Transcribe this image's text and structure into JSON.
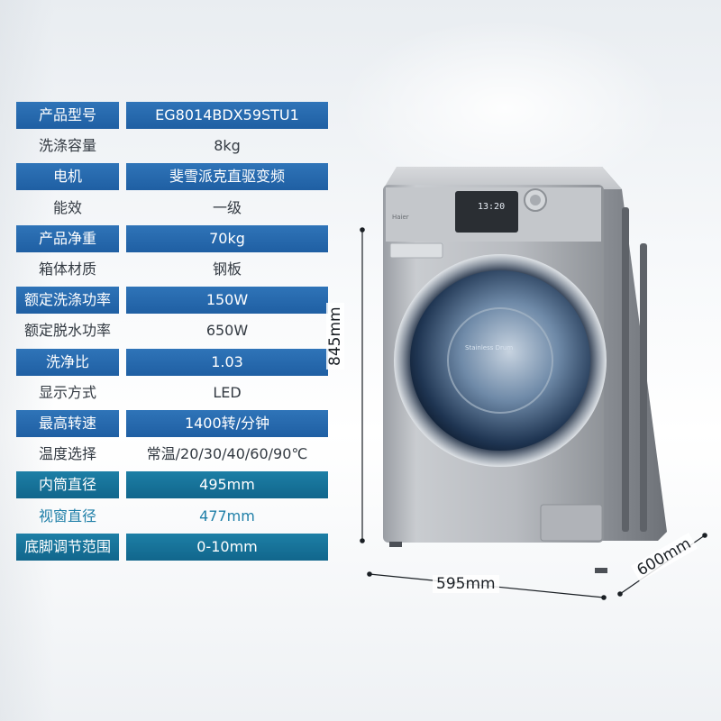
{
  "specs": [
    {
      "label": "产品型号",
      "value": "EG8014BDX59STU1",
      "style": "dark"
    },
    {
      "label": "洗涤容量",
      "value": "8kg",
      "style": "light"
    },
    {
      "label": "电机",
      "value": "斐雪派克直驱变频",
      "style": "dark"
    },
    {
      "label": "能效",
      "value": "一级",
      "style": "light"
    },
    {
      "label": "产品净重",
      "value": "70kg",
      "style": "dark"
    },
    {
      "label": "箱体材质",
      "value": "钢板",
      "style": "light"
    },
    {
      "label": "额定洗涤功率",
      "value": "150W",
      "style": "dark"
    },
    {
      "label": "额定脱水功率",
      "value": "650W",
      "style": "light"
    },
    {
      "label": "洗净比",
      "value": "1.03",
      "style": "dark"
    },
    {
      "label": "显示方式",
      "value": "LED",
      "style": "light"
    },
    {
      "label": "最高转速",
      "value": "1400转/分钟",
      "style": "dark"
    },
    {
      "label": "温度选择",
      "value": "常温/20/30/40/60/90℃",
      "style": "light"
    },
    {
      "label": "内筒直径",
      "value": "495mm",
      "style": "teal"
    },
    {
      "label": "视窗直径",
      "value": "477mm",
      "style": "light-teal"
    },
    {
      "label": "底脚调节范围",
      "value": "0-10mm",
      "style": "teal"
    }
  ],
  "dimensions": {
    "height": "845mm",
    "width": "595mm",
    "depth": "600mm"
  },
  "product": {
    "brand": "Haier",
    "display": "13:20",
    "window_label": "Stainless Drum"
  },
  "colors": {
    "row_dark": "#2668ac",
    "row_teal": "#16739a",
    "text_light_teal": "#1f7fa8",
    "machine_silver": "#b9bcc1"
  }
}
